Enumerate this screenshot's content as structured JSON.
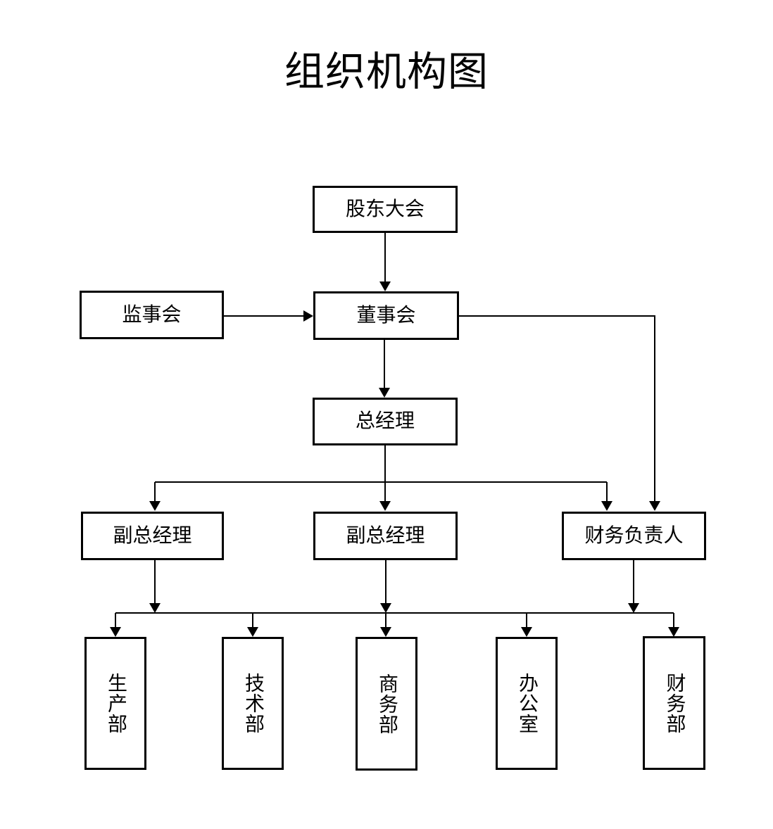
{
  "title": "组织机构图",
  "nodes": {
    "shareholders_meeting": {
      "label": "股东大会"
    },
    "supervisory_board": {
      "label": "监事会"
    },
    "board_of_directors": {
      "label": "董事会"
    },
    "general_manager": {
      "label": "总经理"
    },
    "deputy_gm_left": {
      "label": "副总经理"
    },
    "deputy_gm_mid": {
      "label": "副总经理"
    },
    "finance_head": {
      "label": "财务负责人"
    },
    "production_dept": {
      "label": "生产部"
    },
    "technology_dept": {
      "label": "技术部"
    },
    "business_dept": {
      "label": "商务部"
    },
    "office": {
      "label": "办公室"
    },
    "finance_dept": {
      "label": "财务部"
    }
  },
  "edges": [
    {
      "from": "shareholders_meeting",
      "to": "board_of_directors"
    },
    {
      "from": "supervisory_board",
      "to": "board_of_directors"
    },
    {
      "from": "board_of_directors",
      "to": "general_manager"
    },
    {
      "from": "board_of_directors",
      "to": "finance_head"
    },
    {
      "from": "general_manager",
      "to": "deputy_gm_left"
    },
    {
      "from": "general_manager",
      "to": "deputy_gm_mid"
    },
    {
      "from": "general_manager",
      "to": "finance_head"
    },
    {
      "from": "deputy_gm_left",
      "to": "departments_bus"
    },
    {
      "from": "deputy_gm_mid",
      "to": "departments_bus"
    },
    {
      "from": "finance_head",
      "to": "departments_bus"
    },
    {
      "from": "departments_bus",
      "to": "production_dept"
    },
    {
      "from": "departments_bus",
      "to": "technology_dept"
    },
    {
      "from": "departments_bus",
      "to": "business_dept"
    },
    {
      "from": "departments_bus",
      "to": "office"
    },
    {
      "from": "departments_bus",
      "to": "finance_dept"
    }
  ],
  "colors": {
    "line": "#000000",
    "text": "#000000",
    "background": "#ffffff"
  }
}
